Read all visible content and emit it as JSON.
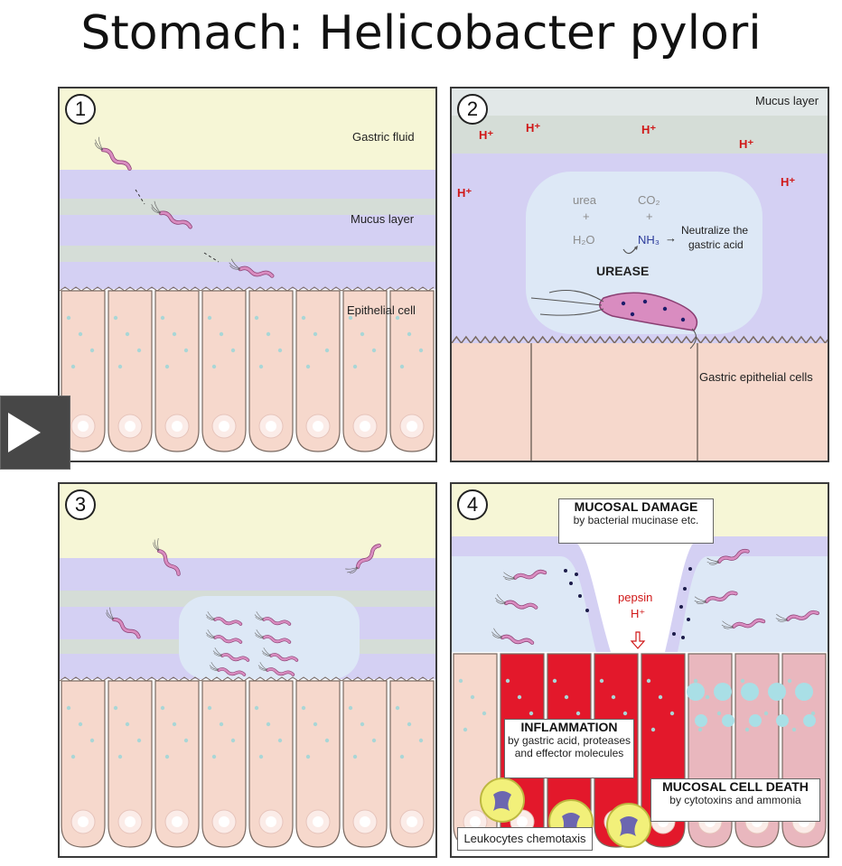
{
  "title": "Stomach: Helicobacter pylori",
  "panels": [
    {
      "number": "1",
      "labels": {
        "gastric_fluid": "Gastric fluid",
        "mucus_layer": "Mucus layer",
        "epithelial_cell": "Epithelial cell"
      }
    },
    {
      "number": "2",
      "labels": {
        "mucus_layer": "Mucus layer",
        "urea": "urea",
        "plus1": "+",
        "h2o": "H₂O",
        "co2": "CO₂",
        "plus2": "+",
        "nh3": "NH₃",
        "arrow": "→",
        "neutralize_1": "Neutralize the",
        "neutralize_2": "gastric acid",
        "urease": "UREASE",
        "gastric_epithelial_cells": "Gastric epithelial cells",
        "h_plus": "H⁺"
      }
    },
    {
      "number": "3"
    },
    {
      "number": "4",
      "labels": {
        "mucosal_damage_title": "MUCOSAL DAMAGE",
        "mucosal_damage_sub": "by bacterial mucinase etc.",
        "pepsin": "pepsin",
        "h_plus": "H⁺",
        "inflammation_title": "INFLAMMATION",
        "inflammation_sub_1": "by gastric acid, proteases",
        "inflammation_sub_2": "and effector molecules",
        "cell_death_title": "MUCOSAL CELL DEATH",
        "cell_death_sub": "by cytotoxins and ammonia",
        "leukocytes": "Leukocytes chemotaxis"
      }
    }
  ],
  "colors": {
    "fluid": "#f6f6d6",
    "mucus_purple": "#d4d0f3",
    "mucus_grey": "#d5ddd7",
    "cell": "#f6d8cc",
    "cell_border": "#7a6a62",
    "bacterium": "#d98cc0",
    "inflamed": "#e3182b",
    "dying": "#e9b7be",
    "bubble": "#a9dfe6"
  },
  "video": {
    "icon": "play-icon"
  }
}
